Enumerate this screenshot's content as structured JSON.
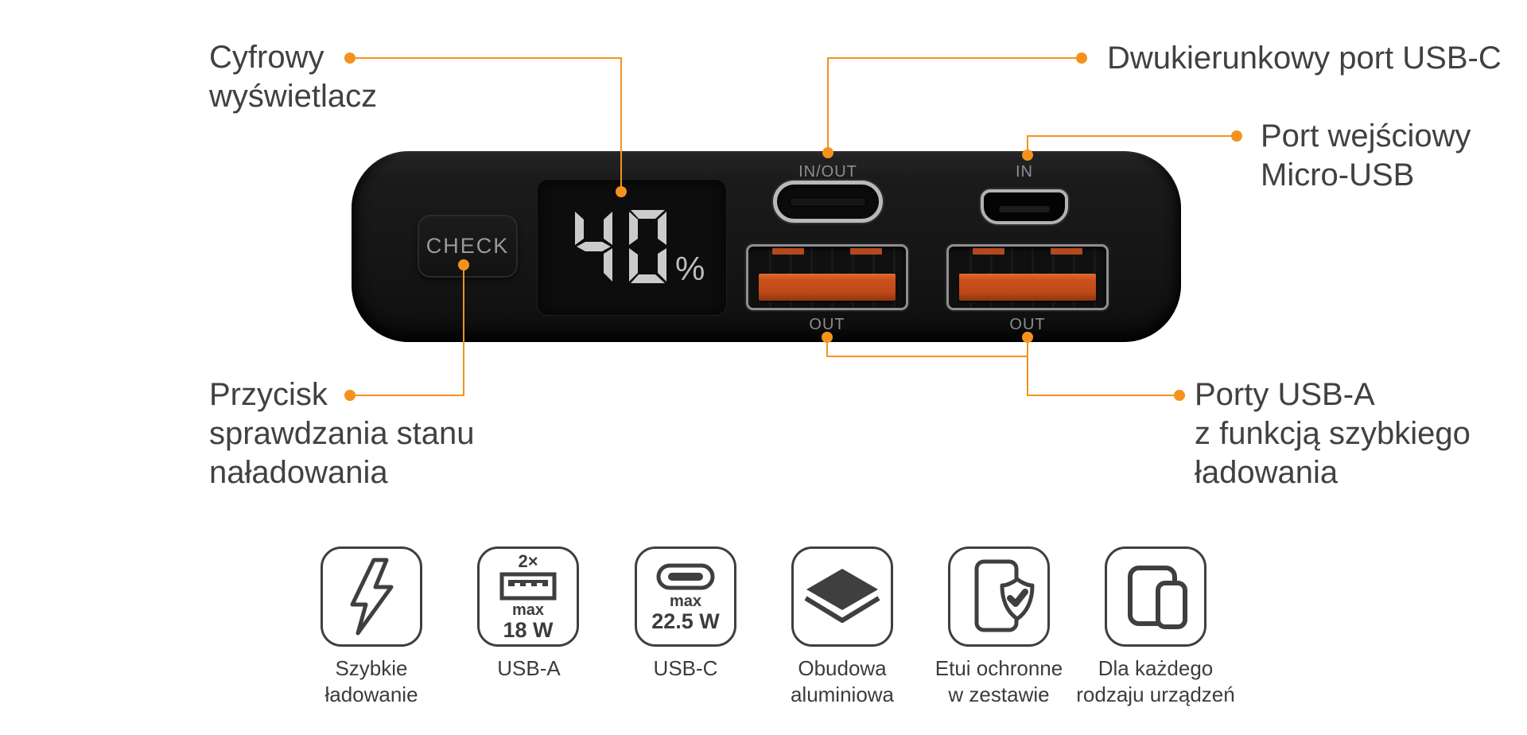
{
  "colors": {
    "accent": "#F5921E",
    "annotation_text": "#414141",
    "device_body": "#171717",
    "port_label": "#8D8D8D",
    "usb_tab_orange": "#C24A19",
    "display_digits": "#CBCBCB",
    "icon_outline": "#3F3F3F"
  },
  "annotations": {
    "digital_display": {
      "lines": [
        "Cyfrowy",
        "wyświetlacz"
      ]
    },
    "usb_c_port": {
      "lines": [
        "Dwukierunkowy port USB-C"
      ]
    },
    "micro_usb_port": {
      "lines": [
        "Port wejściowy",
        "Micro-USB"
      ]
    },
    "check_button": {
      "lines": [
        "Przycisk",
        "sprawdzania stanu",
        "naładowania"
      ]
    },
    "usb_a_ports": {
      "lines": [
        "Porty USB-A",
        "z funkcją szybkiego",
        "ładowania"
      ]
    }
  },
  "device": {
    "check_button_label": "CHECK",
    "display": {
      "percent": "40",
      "unit": "%"
    },
    "ports": {
      "usb_c_label": "IN/OUT",
      "micro_usb_label": "IN",
      "usb_a1_label": "OUT",
      "usb_a2_label": "OUT"
    }
  },
  "features": [
    {
      "icon": "lightning-icon",
      "label_lines": [
        "Szybkie",
        "ładowanie"
      ]
    },
    {
      "icon": "usb-a-connector-icon",
      "multiplier": "2×",
      "max_label": "max",
      "max_value": "18 W",
      "label_lines": [
        "USB-A"
      ]
    },
    {
      "icon": "usb-c-connector-icon",
      "max_label": "max",
      "max_value": "22.5 W",
      "label_lines": [
        "USB-C"
      ]
    },
    {
      "icon": "layers-icon",
      "label_lines": [
        "Obudowa",
        "aluminiowa"
      ]
    },
    {
      "icon": "phone-shield-icon",
      "label_lines": [
        "Etui ochronne",
        "w zestawie"
      ]
    },
    {
      "icon": "devices-icon",
      "label_lines": [
        "Dla każdego",
        "rodzaju urządzeń"
      ]
    }
  ]
}
